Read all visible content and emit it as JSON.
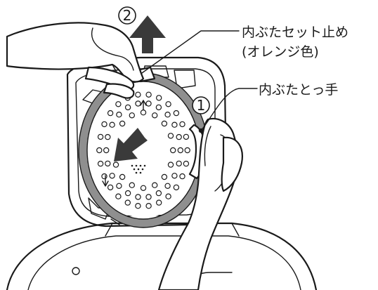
{
  "labels": {
    "stopper_line1": "内ぶたセット止め",
    "stopper_line2": "(オレンジ色)",
    "handle": "内ぶたとっ手"
  },
  "steps": {
    "first": "1",
    "second": "2"
  },
  "colors": {
    "gasket": "#8f8f8f",
    "arrow": "#3a3a3a",
    "ink": "#1a1a1a",
    "cooker_body": "#ffffff"
  },
  "icons": {
    "pull_up_arrow": "arrow-up-icon",
    "pull_out_arrow": "arrow-down-left-icon"
  }
}
